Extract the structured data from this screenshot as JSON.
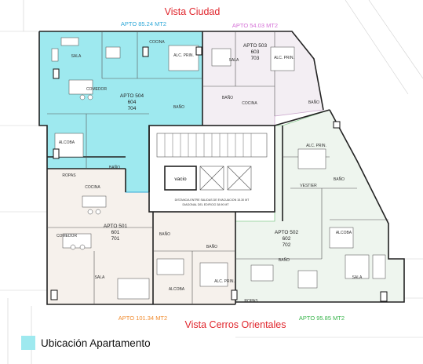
{
  "titles": {
    "top": "Vista Ciudad",
    "bottom": "Vista Cerros Orientales"
  },
  "area_labels": {
    "apto_504": "APTO  85.24 MT2",
    "apto_503": "APTO  54.03 MT2",
    "apto_501": "APTO  101.34 MT2",
    "apto_502": "APTO  95.85 MT2"
  },
  "units": {
    "apto_504": [
      "APTO 504",
      "604",
      "704"
    ],
    "apto_503": [
      "APTO 503",
      "603",
      "703"
    ],
    "apto_501": [
      "APTO 501",
      "601",
      "701"
    ],
    "apto_502": [
      "APTO 502",
      "602",
      "702"
    ]
  },
  "rooms": {
    "sala": "SALA",
    "cocina": "COCINA",
    "comedor": "COMEDOR",
    "alc_prin": "ALC. PRIN.",
    "alcoba": "ALCOBA",
    "bano": "BAÑO",
    "ropas": "ROPAS",
    "vestier": "VESTIER",
    "vacio": "vacio"
  },
  "core_note": [
    "DISTANCIA ENTRE SALIDAS DE EVACUACION  15.30 MT",
    "DIAGONAL DEL EDIFICIO  38.90 MT"
  ],
  "legend": {
    "label": "Ubicación Apartamento",
    "color": "#9ee9ef"
  },
  "colors": {
    "title_red": "#e0262d",
    "apto_504": "#2fa8d8",
    "apto_503": "#d46fd6",
    "apto_501": "#f08a2c",
    "apto_502": "#37b44a",
    "highlight_fill": "#9ee9ef",
    "tint_503": "#f3eef3",
    "tint_501": "#f6f1ec",
    "tint_502": "#eef5ee"
  }
}
